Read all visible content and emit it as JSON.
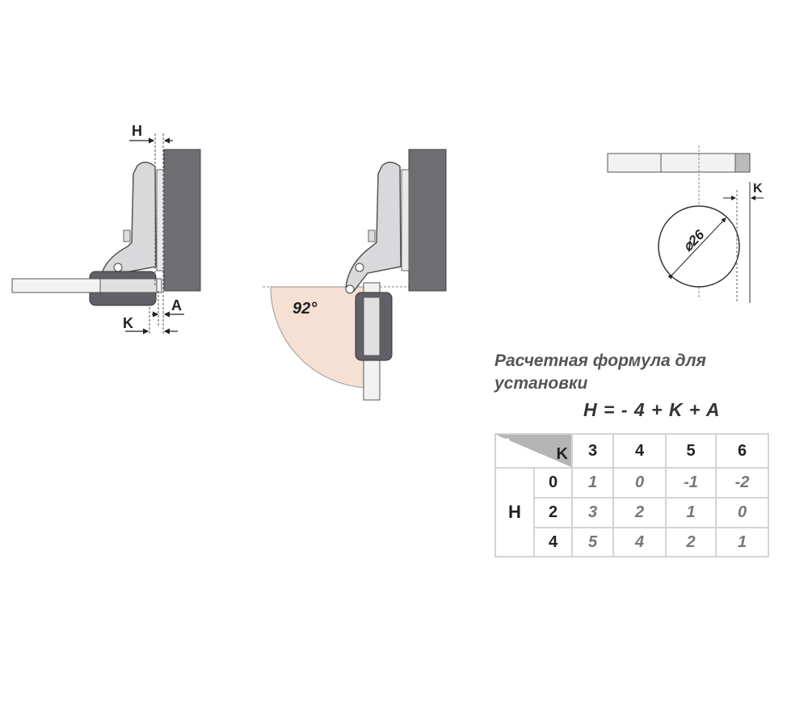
{
  "labels": {
    "h": "H",
    "a": "A",
    "k": "K",
    "angle": "92°",
    "diameter": "⌀26"
  },
  "title_line1": "Расчетная формула для",
  "title_line2": "установки",
  "formula": "H = - 4 + K + A",
  "table": {
    "corner_a": "A",
    "corner_k": "K",
    "row_header": "H",
    "k_values": [
      "3",
      "4",
      "5",
      "6"
    ],
    "rows": [
      {
        "h": "0",
        "values": [
          "1",
          "0",
          "-1",
          "-2"
        ]
      },
      {
        "h": "2",
        "values": [
          "3",
          "2",
          "1",
          "0"
        ]
      },
      {
        "h": "4",
        "values": [
          "5",
          "4",
          "2",
          "1"
        ]
      }
    ]
  },
  "colors": {
    "wall": "#6e6d72",
    "hinge": "#d9d9db",
    "cup": "#616066",
    "sector": "#f6e0d4",
    "grid": "#d4d4d4"
  }
}
